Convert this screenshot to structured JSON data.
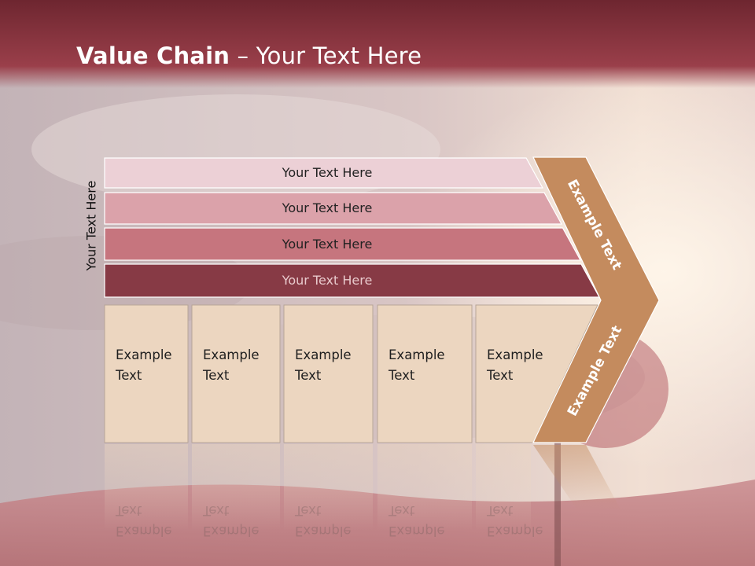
{
  "slide": {
    "title_bold": "Value Chain",
    "title_rest": " – Your Text Here",
    "vertical_label": "Your Text Here"
  },
  "bars": [
    {
      "label": "Your Text Here",
      "color": "#ecd0d6"
    },
    {
      "label": "Your Text Here",
      "color": "#dba2aa"
    },
    {
      "label": "Your Text Here",
      "color": "#c6757e"
    },
    {
      "label": "Your Text Here",
      "color": "#873a45"
    }
  ],
  "cells": [
    {
      "line1": "Example",
      "line2": "Text"
    },
    {
      "line1": "Example",
      "line2": "Text"
    },
    {
      "line1": "Example",
      "line2": "Text"
    },
    {
      "line1": "Example",
      "line2": "Text"
    },
    {
      "line1": "Example",
      "line2": "Text"
    }
  ],
  "chevron": {
    "upper_label": "Example Text",
    "lower_label": "Example Text",
    "color": "#c48b5e"
  },
  "colors": {
    "title_bar": "#8e3a45",
    "cell_fill": "#ecd6c0",
    "cell_stroke": "#b7a597"
  }
}
